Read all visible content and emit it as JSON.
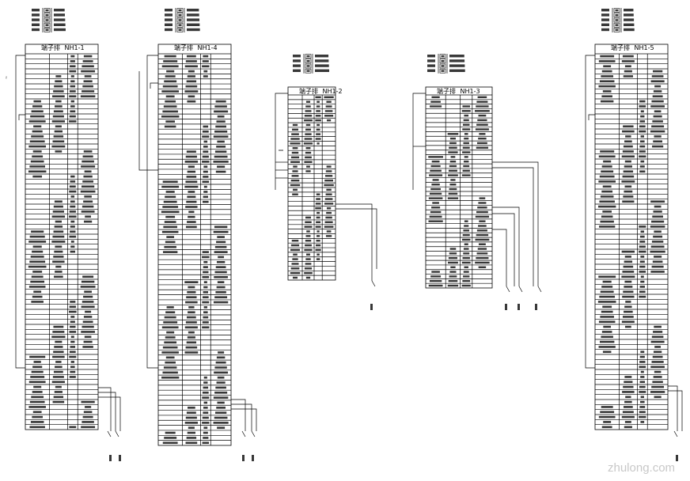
{
  "terminal_blocks": [
    {
      "id": "nh1-1",
      "label": "NH1-1",
      "prefix": "端子排"
    },
    {
      "id": "nh1-4",
      "label": "NH1-4",
      "prefix": "端子排"
    },
    {
      "id": "nh1-2",
      "label": "NH1-2",
      "prefix": "端子排"
    },
    {
      "id": "nh1-3",
      "label": "NH1-3",
      "prefix": "端子排"
    },
    {
      "id": "nh1-5",
      "label": "NH1-5",
      "prefix": "端子排"
    }
  ],
  "watermark": {
    "text": "zhulong.com"
  },
  "colors": {
    "line": "#000000",
    "background": "#ffffff",
    "watermark": "#c8c8c8"
  }
}
